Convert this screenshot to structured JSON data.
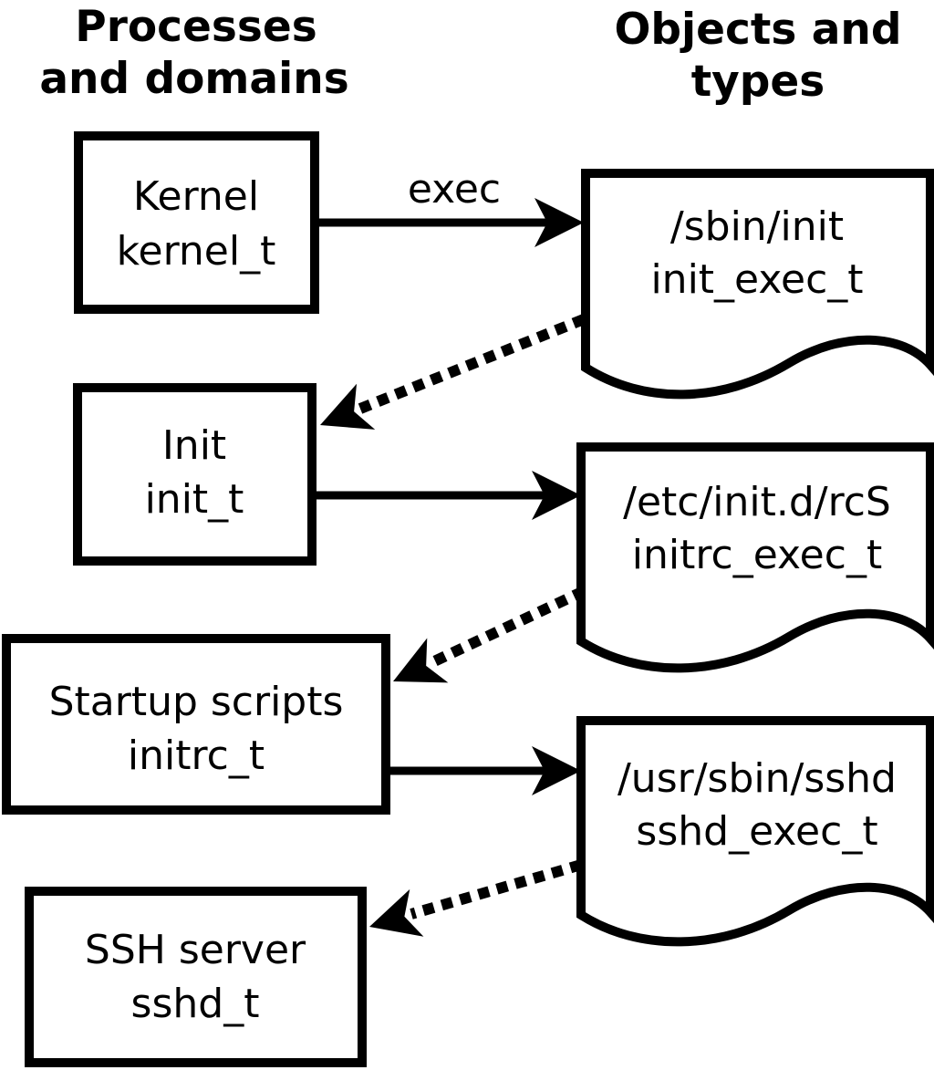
{
  "column_headers": {
    "left": {
      "line1": "Processes",
      "line2": "and domains"
    },
    "right": {
      "line1": "Objects and",
      "line2": "types"
    }
  },
  "process_boxes": [
    {
      "label": "Kernel",
      "domain": "kernel_t"
    },
    {
      "label": "Init",
      "domain": "init_t"
    },
    {
      "label": "Startup scripts",
      "domain": "initrc_t"
    },
    {
      "label": "SSH server",
      "domain": "sshd_t"
    }
  ],
  "object_documents": [
    {
      "path": "/sbin/init",
      "type": "init_exec_t"
    },
    {
      "path": "/etc/init.d/rcS",
      "type": "initrc_exec_t"
    },
    {
      "path": "/usr/sbin/sshd",
      "type": "sshd_exec_t"
    }
  ],
  "solid_arrows": [
    {
      "from": "kernel_t",
      "to": "init_exec_t",
      "label": "exec"
    },
    {
      "from": "init_t",
      "to": "initrc_exec_t"
    },
    {
      "from": "initrc_t",
      "to": "sshd_exec_t"
    }
  ],
  "dotted_arrows": [
    {
      "from": "init_exec_t",
      "to": "init_t"
    },
    {
      "from": "initrc_exec_t",
      "to": "initrc_t"
    },
    {
      "from": "sshd_exec_t",
      "to": "sshd_t"
    }
  ],
  "colors": {
    "foreground": "#000000",
    "background": "#ffffff"
  }
}
